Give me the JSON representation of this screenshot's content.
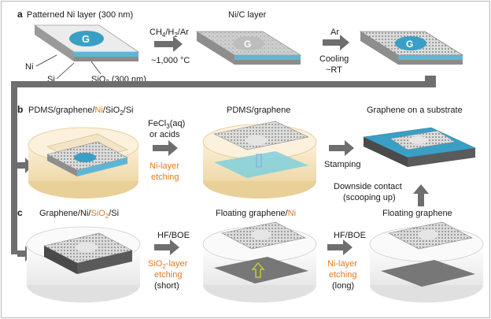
{
  "row_a": {
    "letter": "a",
    "title": "Patterned Ni layer (300 nm)",
    "label_ni": "Ni",
    "label_si": "Si",
    "label_sio2": "SiO",
    "label_sio2_sub": "2",
    "label_sio2_tail": " (300 nm)",
    "step1_line1": "CH",
    "step1_sub1": "4",
    "step1_mid1": "/H",
    "step1_sub2": "2",
    "step1_tail": "/Ar",
    "step1_line2": "~1,000 °C",
    "nic_title": "Ni/C layer",
    "step2_line1": "Ar",
    "step2_line2": "Cooling",
    "step2_line3": "~RT"
  },
  "row_b": {
    "letter": "b",
    "title_pre": "PDMS/graphene/",
    "title_ni": "Ni",
    "title_post": "/SiO",
    "title_sub": "2",
    "title_end": "/Si",
    "step1_line1": "FeCl",
    "step1_sub": "3",
    "step1_tail": "(aq)",
    "step1_line2": "or acids",
    "step1_line3": "Ni-layer",
    "step1_line4": "etching",
    "mid_title": "PDMS/graphene",
    "stamping": "Stamping",
    "right_title": "Graphene on a substrate",
    "downside_line1": "Downside contact",
    "downside_line2": "(scooping up)"
  },
  "row_c": {
    "letter": "c",
    "title_pre": "Graphene/Ni/",
    "title_sio2": "SiO",
    "title_sub": "2",
    "title_end": "/Si",
    "step1_line1": "HF/BOE",
    "step1_line2": "SiO",
    "step1_sub": "2",
    "step1_tail": "-layer",
    "step1_line3": "etching",
    "step1_line4": "(short)",
    "mid_title_pre": "Floating graphene/",
    "mid_title_ni": "Ni",
    "step2_line1": "HF/BOE",
    "step2_line2": "Ni-layer",
    "step2_line3": "etching",
    "step2_line4": "(long)",
    "right_title": "Floating graphene"
  },
  "colors": {
    "accent_orange": "#e07a1f",
    "substrate_blue": "#3a9fc4",
    "arrow_gray": "#6e6e6e",
    "dish_fill": "#f7e8c8"
  }
}
